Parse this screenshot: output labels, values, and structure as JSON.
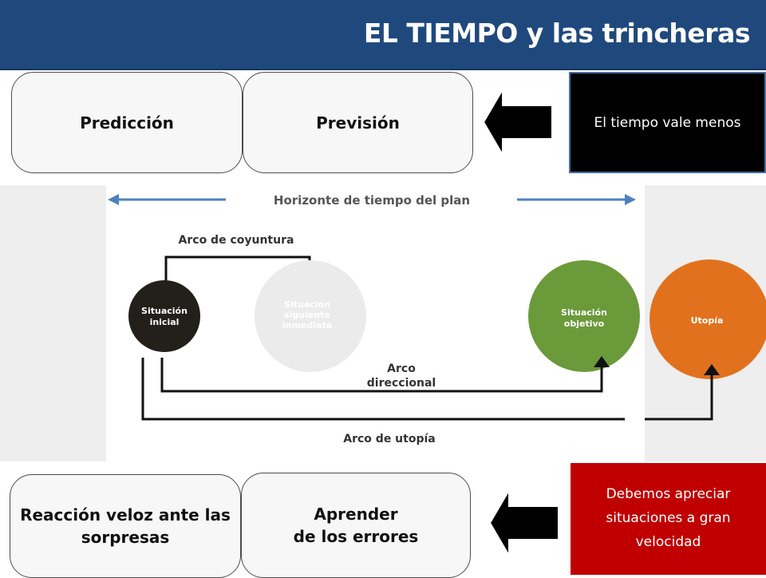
{
  "slide": {
    "title": "EL TIEMPO y las trincheras",
    "colors": {
      "header": "#1f497d",
      "black_box": "#000000",
      "red_box": "#c00000"
    }
  },
  "top_row": {
    "box1": "Predicción",
    "box2": "Previsión",
    "note": "El tiempo vale menos",
    "arrow_icon": "arrow-left-icon"
  },
  "bottom_row": {
    "box1_line1": "Reacción veloz ante las",
    "box1_line2": "sorpresas",
    "box2_line1": "Aprender",
    "box2_line2": "de los errores",
    "note_line1": "Debemos apreciar",
    "note_line2": "situaciones a gran",
    "note_line3": "velocidad",
    "arrow_icon": "arrow-left-icon"
  },
  "diagram": {
    "horizon_label": "Horizonte de tiempo del plan",
    "arco_coyuntura": "Arco de coyuntura",
    "arco_direccional_line1": "Arco",
    "arco_direccional_line2": "direccional",
    "arco_utopia": "Arco de utopía",
    "node_inicial_line1": "Situación",
    "node_inicial_line2": "inicial",
    "node_siguiente_line1": "Situación",
    "node_siguiente_line2": "siguiente",
    "node_siguiente_line3": "inmediata",
    "node_objetivo_line1": "Situación",
    "node_objetivo_line2": "objetivo",
    "node_utopia": "Utopía",
    "node_colors": {
      "inicial": "#231f1a",
      "siguiente": "#e9e9e9",
      "objetivo": "#6b9a3a",
      "utopia": "#e2711d"
    }
  }
}
